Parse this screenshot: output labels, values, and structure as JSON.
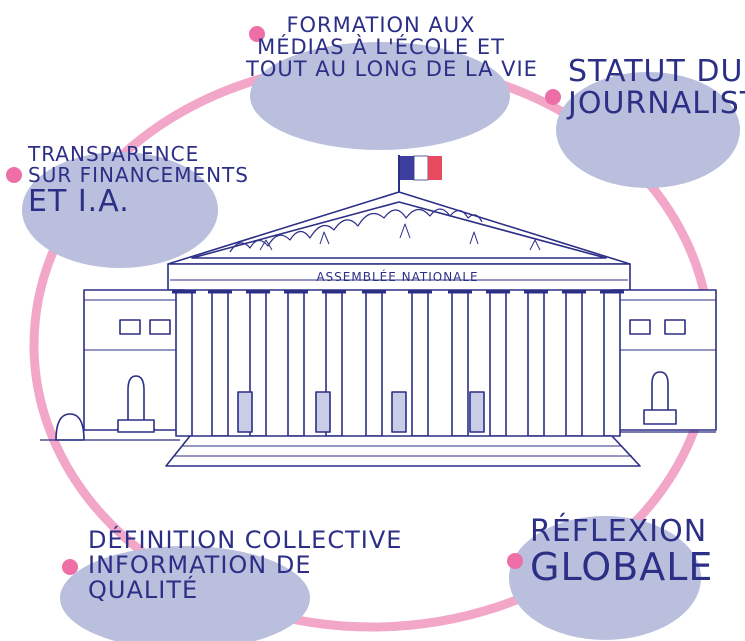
{
  "bubbles": {
    "formation": {
      "line1": "FORMATION AUX",
      "line2": "MÉDIAS À L'ÉCOLE et",
      "line3": "TOUT au long de LA VIE"
    },
    "statut": {
      "line1": "STATUT du",
      "line2": "JOURNALISTE"
    },
    "transparence": {
      "line1": "TRANSPARENCE",
      "line2": "SUR FINANCEMENTS",
      "line3": "et I.A."
    },
    "definition": {
      "line1": "DÉFINITION COLLECTIVE",
      "line2": "INFORMATION DE",
      "line3": "QUALITÉ"
    },
    "reflexion": {
      "line1": "RÉFLEXION",
      "line2": "GLOBALE"
    }
  },
  "building": {
    "pediment_text": "ASSEMBLÉE NATIONALE"
  },
  "colors": {
    "ink": "#2c2f86",
    "ring": "#f2a7c8",
    "dot": "#ee6fa6",
    "bubble": "#b9bfdc",
    "flag_blue": "#3c3fa0",
    "flag_red": "#e84a5f"
  }
}
